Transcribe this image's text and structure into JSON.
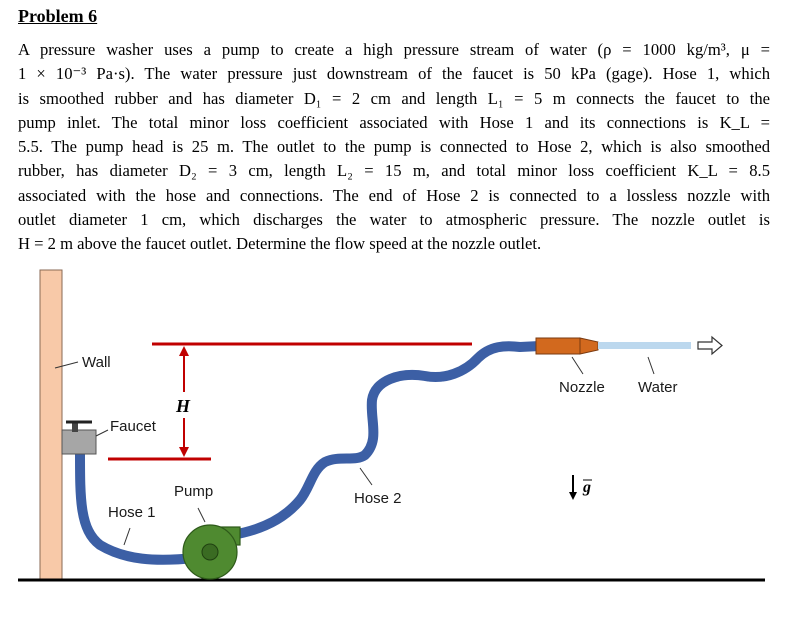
{
  "problem": {
    "title": "Problem 6",
    "lines": [
      "A pressure washer uses a pump to create a high pressure stream of water (ρ = 1000 kg/m³, μ =",
      "1 × 10⁻³ Pa·s). The water pressure just downstream of the faucet is 50 kPa (gage). Hose 1, which",
      "is smoothed rubber and has diameter D₁ = 2 cm and length L₁ = 5 m connects the faucet to the",
      "pump inlet. The total minor loss coefficient associated with Hose 1 and its connections is K_L =",
      "5.5. The pump head is 25 m. The outlet to the pump is connected to Hose 2, which is also smoothed",
      "rubber, has diameter D₂ = 3 cm, length L₂ = 15 m, and total minor loss coefficient K_L = 8.5",
      "associated with the hose and connections. The end of Hose 2 is connected to a lossless nozzle with",
      "outlet diameter 1 cm, which discharges the water to atmospheric pressure. The nozzle outlet is",
      "H = 2 m above the faucet outlet. Determine the flow speed at the nozzle outlet."
    ]
  },
  "figure": {
    "labels": {
      "wall": "Wall",
      "faucet": "Faucet",
      "hose1": "Hose 1",
      "pump": "Pump",
      "hose2": "Hose 2",
      "nozzle": "Nozzle",
      "water": "Water",
      "height": "H",
      "gravity": "g"
    },
    "colors": {
      "wall": "#f8c9a8",
      "hose": "#3c5fa5",
      "pump": "#4f8a30",
      "nozzle": "#d2691e",
      "water": "#bcd8ee",
      "dimension": "#c00000",
      "faucet": "#a6a6a6"
    }
  }
}
